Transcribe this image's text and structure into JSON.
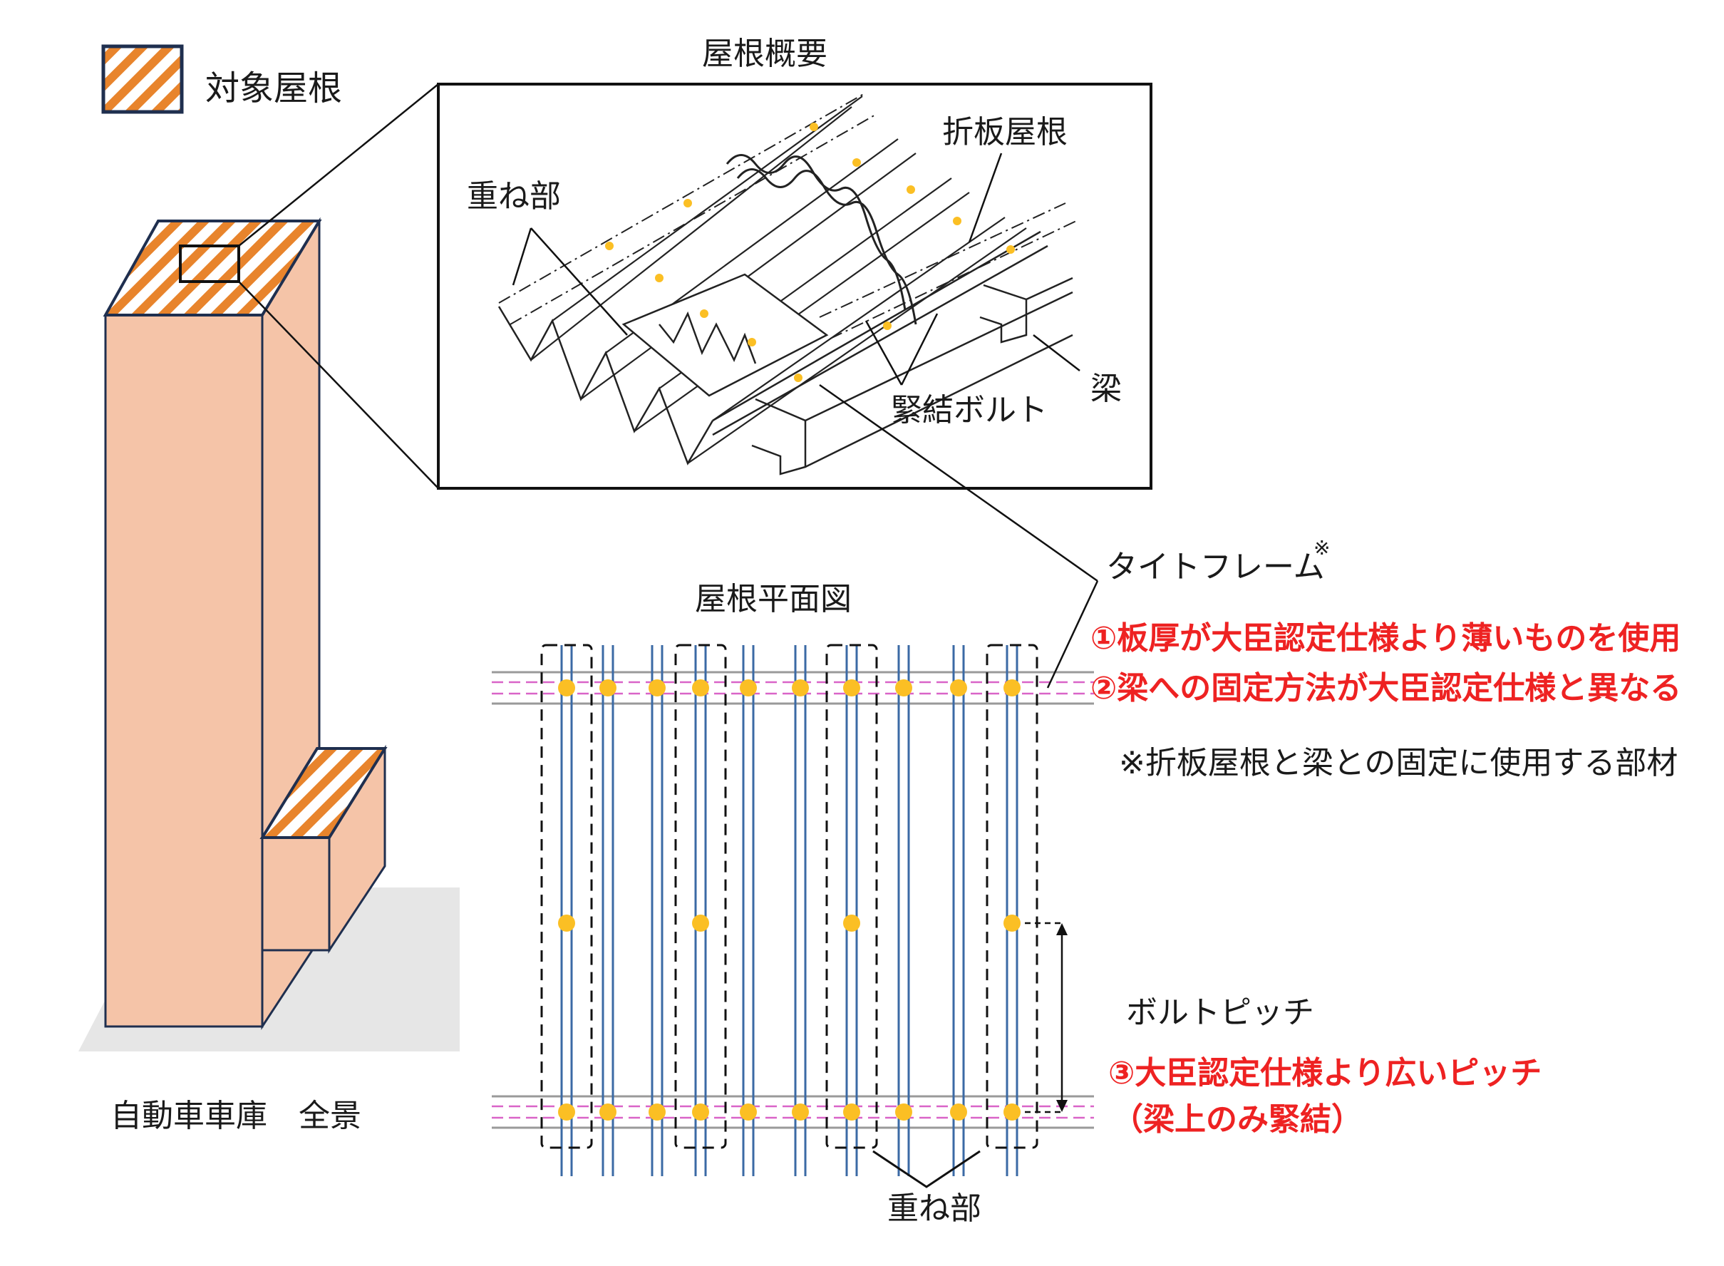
{
  "legend": {
    "label": "対象屋根"
  },
  "building": {
    "caption": "自動車車庫　全景"
  },
  "roof_overview": {
    "title": "屋根概要",
    "labels": {
      "folded_roof": "折板屋根",
      "overlap": "重ね部",
      "bolt": "緊結ボルト",
      "beam": "梁"
    }
  },
  "plan": {
    "title": "屋根平面図",
    "tight_frame": "タイトフレーム",
    "tight_frame_mark": "※",
    "note": "※折板屋根と梁との固定に使用する部材",
    "bolt_pitch": "ボルトピッチ",
    "overlap": "重ね部",
    "issues": [
      "①板厚が大臣認定仕様より薄いものを使用",
      "②梁への固定方法が大臣認定仕様と異なる",
      "③大臣認定仕様より広いピッチ",
      "（梁上のみ緊結）"
    ]
  },
  "colors": {
    "building_fill": "#f5c4a8",
    "hatch_orange": "#e8842c",
    "outline_navy": "#1f2f4f",
    "shadow": "#e6e6e6",
    "bolt_yellow": "#fbbf24",
    "purlin_blue": "#3b6aa5",
    "beam_magenta": "#d964c8",
    "alert_red": "#ee2222"
  }
}
